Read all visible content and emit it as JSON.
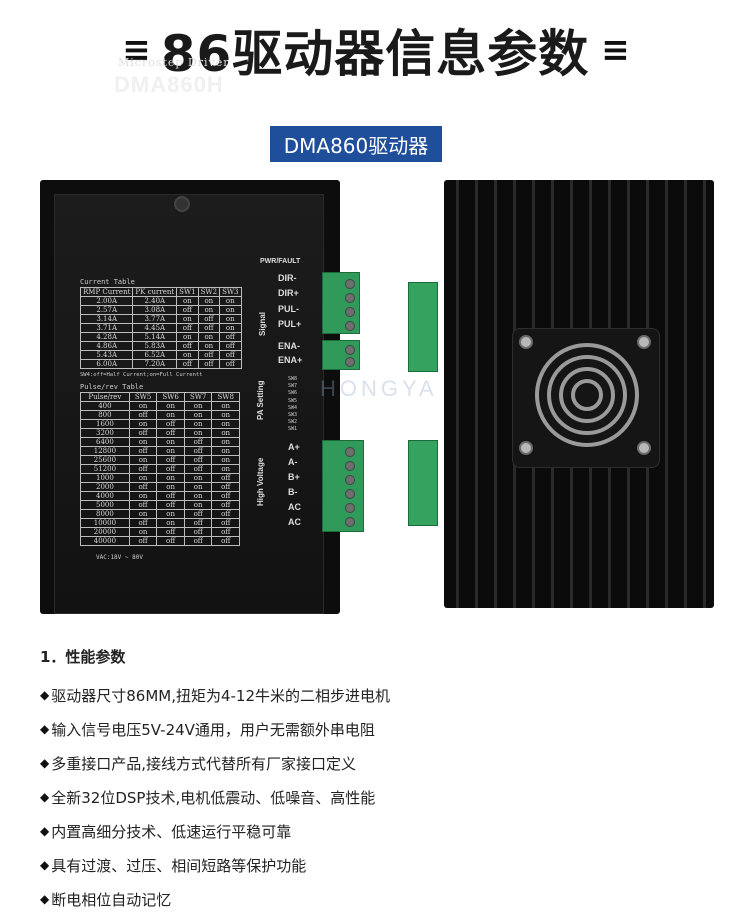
{
  "header": {
    "deco_left": "≡",
    "title": "86驱动器信息参数",
    "deco_right": "≡"
  },
  "model_badge": "DMA860驱动器",
  "front_panel": {
    "subtitle": "Microstep Driver",
    "model": "DMA860H",
    "current_table": {
      "caption": "Current Table",
      "headers": [
        "RMP Current",
        "PK current",
        "SW1",
        "SW2",
        "SW3"
      ],
      "rows": [
        [
          "2.00A",
          "2.40A",
          "on",
          "on",
          "on"
        ],
        [
          "2.57A",
          "3.08A",
          "off",
          "on",
          "on"
        ],
        [
          "3.14A",
          "3.77A",
          "on",
          "off",
          "on"
        ],
        [
          "3.71A",
          "4.45A",
          "off",
          "off",
          "on"
        ],
        [
          "4.28A",
          "5.14A",
          "on",
          "on",
          "off"
        ],
        [
          "4.86A",
          "5.83A",
          "off",
          "on",
          "off"
        ],
        [
          "5.43A",
          "6.52A",
          "on",
          "off",
          "off"
        ],
        [
          "6.00A",
          "7.20A",
          "off",
          "off",
          "off"
        ]
      ],
      "note": "SW4:off=Half Current;on=Full Currentt"
    },
    "pulse_table": {
      "caption": "Pulse/rev Table",
      "headers": [
        "Pulse/rev",
        "SW5",
        "SW6",
        "SW7",
        "SW8"
      ],
      "rows": [
        [
          "400",
          "on",
          "on",
          "on",
          "on"
        ],
        [
          "800",
          "off",
          "on",
          "on",
          "on"
        ],
        [
          "1600",
          "on",
          "off",
          "on",
          "on"
        ],
        [
          "3200",
          "off",
          "off",
          "on",
          "on"
        ],
        [
          "6400",
          "on",
          "on",
          "off",
          "on"
        ],
        [
          "12800",
          "off",
          "on",
          "off",
          "on"
        ],
        [
          "25600",
          "on",
          "off",
          "off",
          "on"
        ],
        [
          "51200",
          "off",
          "off",
          "off",
          "on"
        ],
        [
          "1000",
          "on",
          "on",
          "on",
          "off"
        ],
        [
          "2000",
          "off",
          "on",
          "on",
          "off"
        ],
        [
          "4000",
          "on",
          "off",
          "on",
          "off"
        ],
        [
          "5000",
          "off",
          "off",
          "on",
          "off"
        ],
        [
          "8000",
          "on",
          "on",
          "off",
          "off"
        ],
        [
          "10000",
          "off",
          "on",
          "off",
          "off"
        ],
        [
          "20000",
          "on",
          "off",
          "off",
          "off"
        ],
        [
          "40000",
          "off",
          "off",
          "off",
          "off"
        ]
      ]
    },
    "voltage": "VAC:18V ~ 80V",
    "side": {
      "pwr_fault": "PWR/FAULT",
      "signal_label": "Signal",
      "signal_pins": [
        "DIR-",
        "DIR+",
        "PUL-",
        "PUL+",
        "ENA-",
        "ENA+"
      ],
      "pa_setting_label": "PA Setting",
      "switches": [
        "SW8",
        "SW7",
        "SW6",
        "SW5",
        "SW4",
        "SW3",
        "SW2",
        "SW1"
      ],
      "hv_label": "High Voltage",
      "hv_pins": [
        "A+",
        "A-",
        "B+",
        "B-",
        "AC",
        "AC"
      ]
    }
  },
  "watermark": "HONGYA",
  "specs": {
    "title": "1．性能参数",
    "bullet": "◆",
    "items": [
      "驱动器尺寸86MM,扭矩为4-12牛米的二相步进电机",
      "输入信号电压5V-24V通用，用户无需额外串电阻",
      "多重接口产品,接线方式代替所有厂家接口定义",
      "全新32位DSP技术,电机低震动、低噪音、高性能",
      "内置高细分技术、低速运行平稳可靠",
      "具有过渡、过压、相间短路等保护功能",
      "断电相位自动记忆"
    ]
  }
}
